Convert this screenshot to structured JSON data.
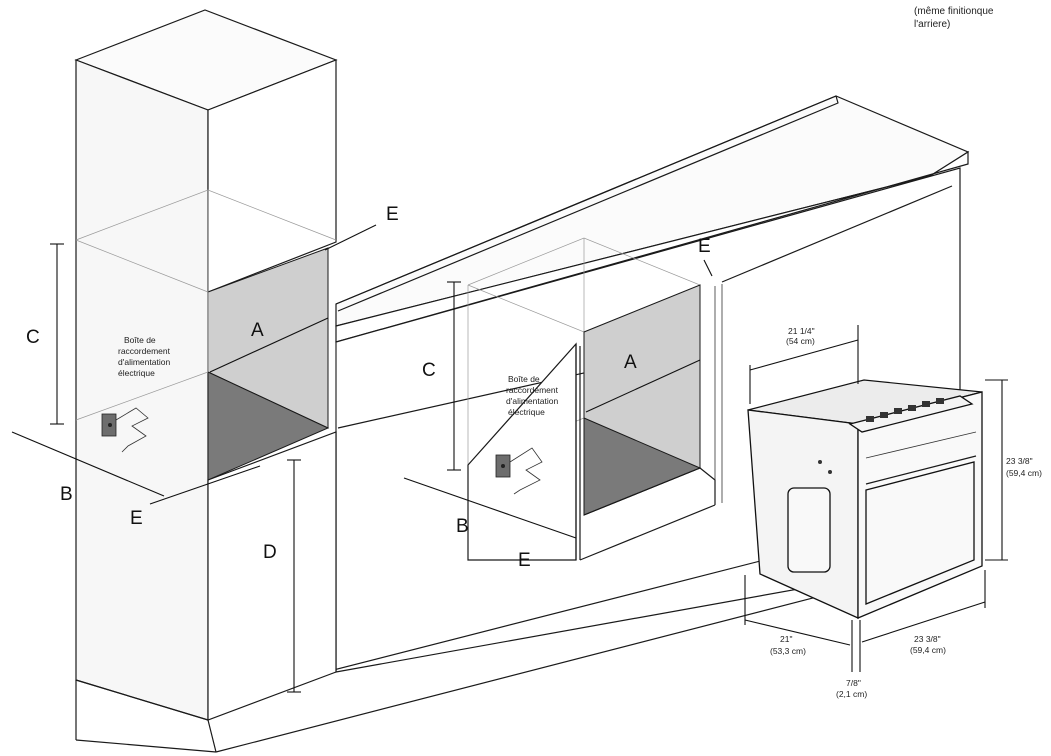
{
  "note": {
    "line1": "(même finitionque",
    "line2": "l'arriere)"
  },
  "labels": {
    "A": "A",
    "B": "B",
    "C": "C",
    "D": "D",
    "E": "E"
  },
  "junction_box": {
    "line1": "Boîte de",
    "line2": "raccordement",
    "line3": "d'alimentation",
    "line4": "électrique"
  },
  "oven_dimensions": {
    "top_width": "21 1/4\"",
    "top_width_cm": "(54 cm)",
    "height": "23 3/8\"",
    "height_cm": "(59,4 cm)",
    "depth": "21\"",
    "depth_cm": "(53,3 cm)",
    "front_width": "23 3/8\"",
    "front_width_cm": "(59,4 cm)",
    "trim": "7/8\"",
    "trim_cm": "(2,1 cm)"
  },
  "colors": {
    "line": "#1a1a1a",
    "cavity_back": "#cfcfcf",
    "cavity_floor": "#7a7a7a",
    "box": "#6d6d6d"
  }
}
